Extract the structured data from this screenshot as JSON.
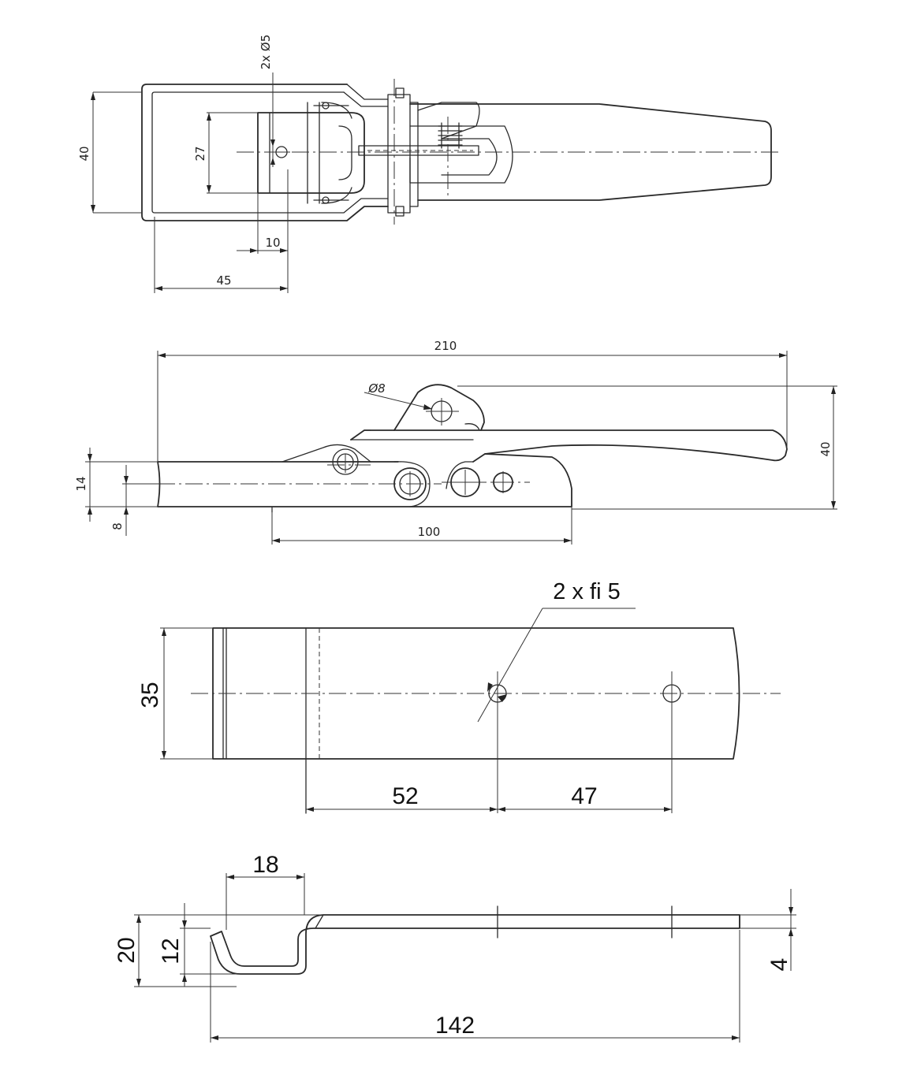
{
  "top_view": {
    "dims": {
      "height_40": "40",
      "height_27": "27",
      "width_10": "10",
      "width_45": "45",
      "holes": "2x Ø5"
    }
  },
  "side_view": {
    "dims": {
      "length_210": "210",
      "height_40": "40",
      "hole_d8": "Ø8",
      "thick_14": "14",
      "thick_8": "8",
      "base_100": "100"
    }
  },
  "hook_plan": {
    "dims": {
      "holes_note": "2 x fi 5",
      "width_35": "35",
      "spacing_52": "52",
      "spacing_47": "47"
    }
  },
  "hook_side": {
    "dims": {
      "width_18": "18",
      "height_20": "20",
      "height_12": "12",
      "thick_4": "4",
      "length_142": "142"
    }
  }
}
